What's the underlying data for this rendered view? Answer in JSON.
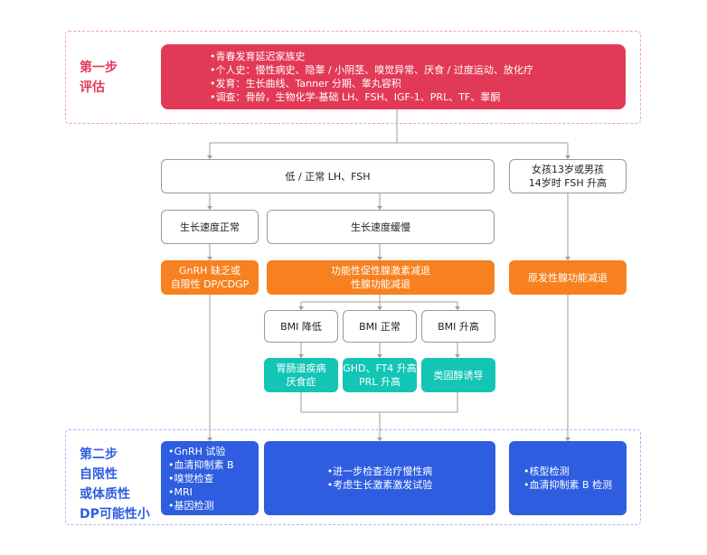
{
  "step1": {
    "label_line1": "第一步",
    "label_line2": "评估",
    "items": [
      "•青春发育延迟家族史",
      "•个人史：慢性病史、隐睾 / 小阴茎、嗅觉异常、厌食 / 过度运动、放化疗",
      "•发育：生长曲线、Tanner 分期、睾丸容积",
      "•调查：骨龄，生物化学-基础 LH、FSH、IGF-1、PRL、TF、睾酮"
    ]
  },
  "low_lh_fsh": "低 / 正常 LH、FSH",
  "high_fsh": {
    "line1": "女孩13岁或男孩",
    "line2": "14岁时 FSH 升高"
  },
  "growth_normal": "生长速度正常",
  "growth_slow": "生长速度缓慢",
  "gnrh_deficiency": {
    "line1": "GnRH 缺乏或",
    "line2": "自限性 DP/CDGP"
  },
  "functional_hypo": {
    "line1": "功能性促性腺激素减退",
    "line2": "性腺功能减退"
  },
  "primary_hypo": "原发性腺功能减退",
  "bmi": {
    "low": "BMI 降低",
    "normal": "BMI 正常",
    "high": "BMI 升高"
  },
  "causes": {
    "gi": {
      "line1": "胃肠道疾病",
      "line2": "厌食症"
    },
    "ghd": {
      "line1": "GHD、FT4 升高",
      "line2": "PRL 升高"
    },
    "steroid": "类固醇诱导"
  },
  "step2": {
    "label_line1": "第二步",
    "label_line2": "自限性",
    "label_line3": "或体质性",
    "label_line4": "DP可能性小",
    "left_items": [
      "•GnRH 试验",
      "•血清抑制素 B",
      "•嗅觉检查",
      "•MRI",
      "•基因检测"
    ],
    "center_items": [
      "•进一步检查治疗慢性病",
      "•考虑生长激素激发试验"
    ],
    "right_items": [
      "•核型检测",
      "•血清抑制素 B 检测"
    ]
  },
  "colors": {
    "step1_label": "#e23a56",
    "step2_label": "#2e5de0",
    "red": "#e23a56",
    "orange": "#f7801f",
    "teal": "#13c5b5",
    "blue": "#2e5de0"
  }
}
